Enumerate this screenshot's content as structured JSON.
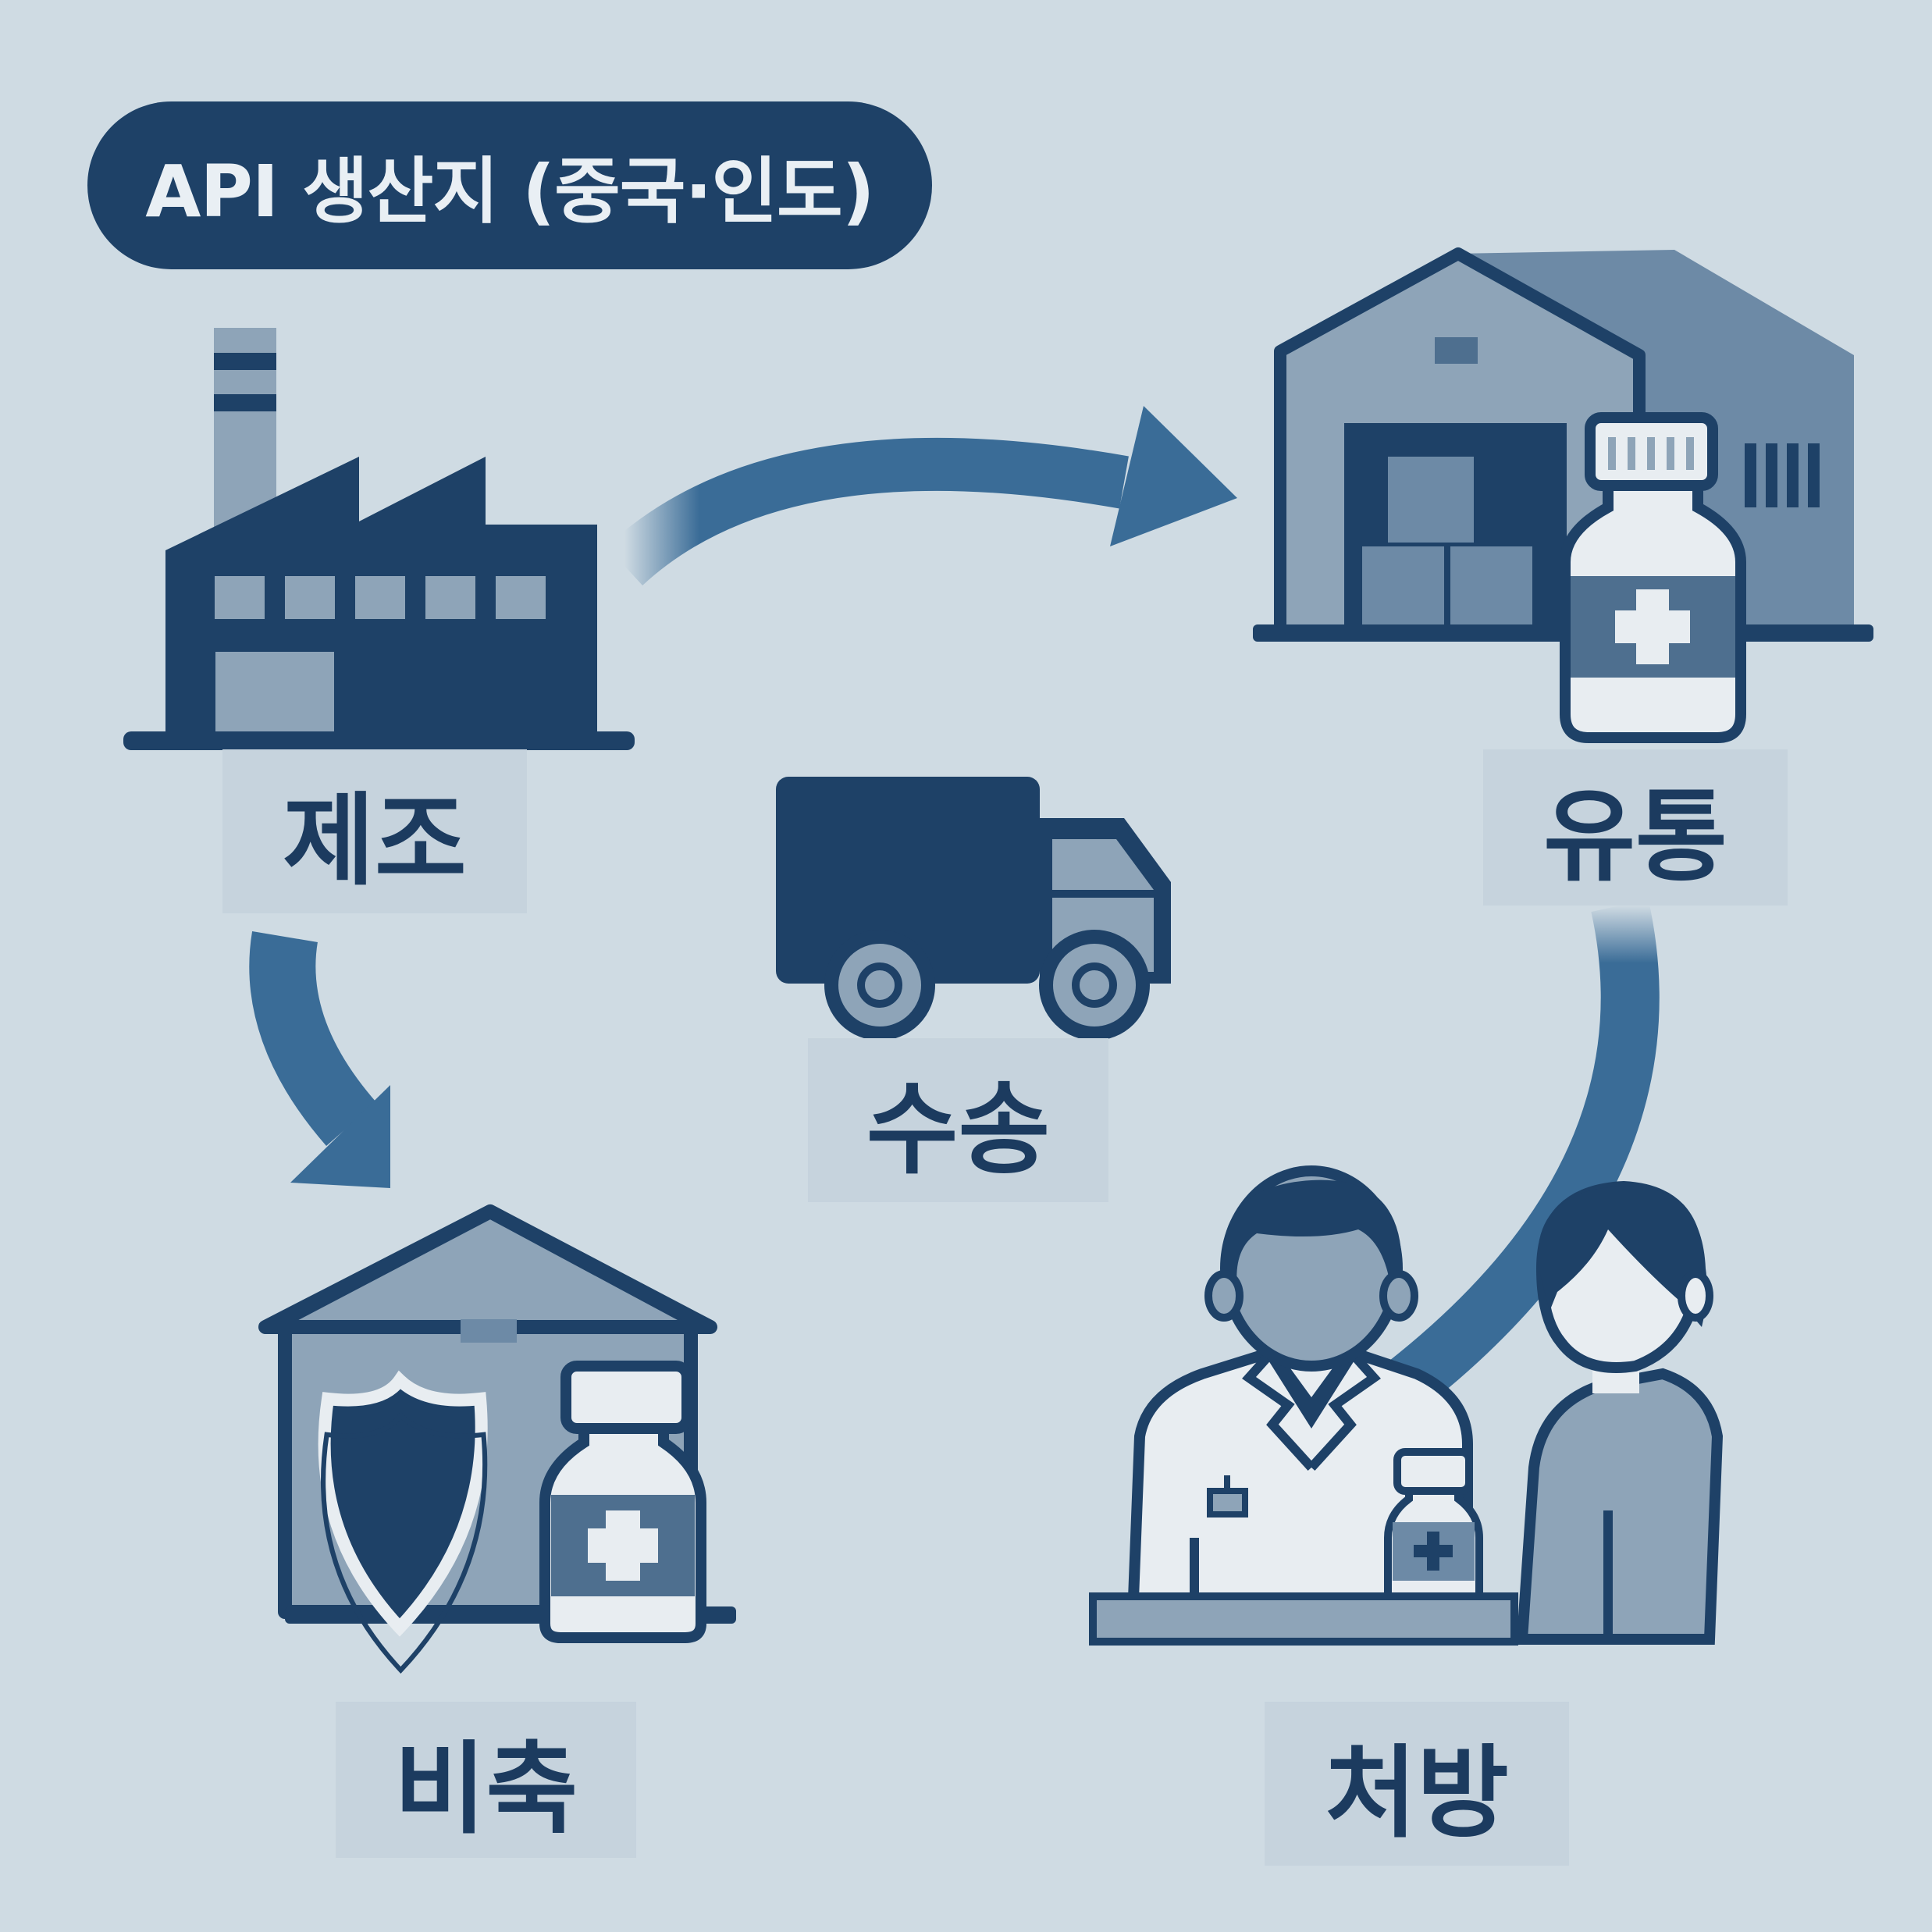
{
  "header": {
    "title": "API 생산지 (중국·인도)"
  },
  "stages": {
    "manufacturing": "제조",
    "transport": "수송",
    "distribution": "유통",
    "stockpiling": "비축",
    "prescription": "처방"
  },
  "icons": {
    "manufacturing": "factory-icon",
    "transport": "delivery-truck-icon",
    "distribution": "warehouse-icon",
    "stockpiling": "shielded-warehouse-icon",
    "prescription": "pharmacist-patient-icon"
  },
  "colors": {
    "background": "#cfdbe3",
    "dark_navy": "#1e4167",
    "mid_blue": "#7f9ab4",
    "arrow_blue": "#3a6c97",
    "light": "#e8edf1"
  }
}
